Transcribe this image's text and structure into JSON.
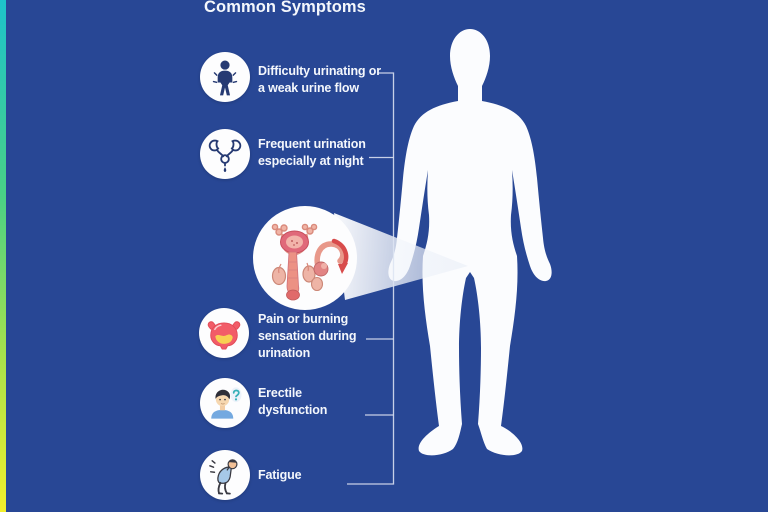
{
  "title": "Common Symptoms",
  "colors": {
    "background": "#284795",
    "edge_gradient_top": "#1dc3cb",
    "edge_gradient_mid": "#49d086",
    "edge_gradient_bottom": "#f2ef2c",
    "text": "#f4f7fc",
    "connector": "#dde4f2",
    "silhouette": "#fbfcfe",
    "icon_navy": "#263a73",
    "bladder_red": "#f25c68",
    "bladder_yellow": "#f8cf52"
  },
  "symptoms": [
    {
      "id": "difficulty-urinating",
      "icon": "standing-person-icon",
      "label": "Difficulty urinating or\na weak urine flow"
    },
    {
      "id": "frequent-urination",
      "icon": "urinary-tract-icon",
      "label": "Frequent urination\nespecially at night"
    },
    {
      "id": "pain-burning-urination",
      "icon": "inflamed-bladder-icon",
      "label": "Pain or burning\nsensation during\nurination"
    },
    {
      "id": "erectile-dysfunction",
      "icon": "worried-man-icon",
      "label": "Erectile\ndysfunction"
    },
    {
      "id": "fatigue",
      "icon": "fatigued-person-icon",
      "label": "Fatigue"
    }
  ],
  "inset": {
    "illustration": "prostate-anatomy-illustration"
  }
}
